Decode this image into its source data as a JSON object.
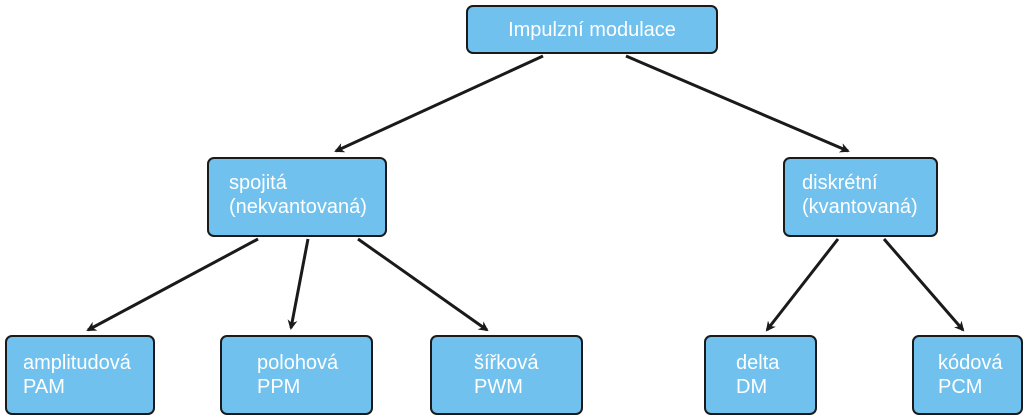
{
  "nodes": {
    "root": {
      "line1": "Impulzní modulace"
    },
    "continuous": {
      "line1": "spojitá",
      "line2": "(nekvantovaná)"
    },
    "discrete": {
      "line1": "diskrétní",
      "line2": "(kvantovaná)"
    },
    "pam": {
      "line1": "amplitudová",
      "line2": "PAM"
    },
    "ppm": {
      "line1": "polohová",
      "line2": "PPM"
    },
    "pwm": {
      "line1": "šířková",
      "line2": "PWM"
    },
    "dm": {
      "line1": "delta",
      "line2": "DM"
    },
    "pcm": {
      "line1": "kódová",
      "line2": "PCM"
    }
  },
  "colors": {
    "node_fill": "#70c1ee",
    "node_border": "#1a1a1a",
    "node_text": "#ffffff",
    "arrow": "#1a1a1a"
  }
}
